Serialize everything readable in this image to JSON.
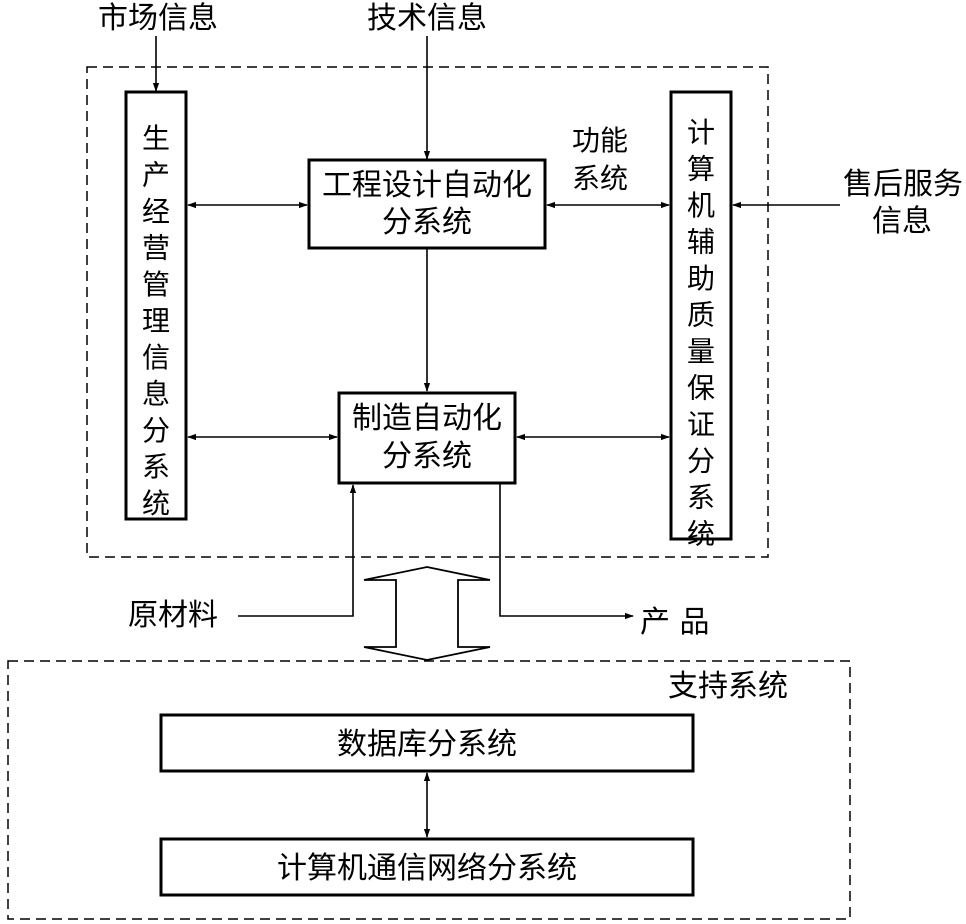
{
  "external_inputs": {
    "market_info": "市场信息",
    "tech_info": "技术信息",
    "after_sales_line1": "售后服务",
    "after_sales_line2": "信息",
    "raw_material": "原材料",
    "product": "产 品"
  },
  "function_system": {
    "label_line1": "功能",
    "label_line2": "系统",
    "management": "生产经营管理信息分系统",
    "engineering_line1": "工程设计自动化",
    "engineering_line2": "分系统",
    "manufacturing_line1": "制造自动化",
    "manufacturing_line2": "分系统",
    "quality": "计算机辅助质量保证分系统"
  },
  "support_system": {
    "label": "支持系统",
    "database": "数据库分系统",
    "network": "计算机通信网络分系统"
  },
  "colors": {
    "line": "#000000",
    "background": "#ffffff"
  }
}
